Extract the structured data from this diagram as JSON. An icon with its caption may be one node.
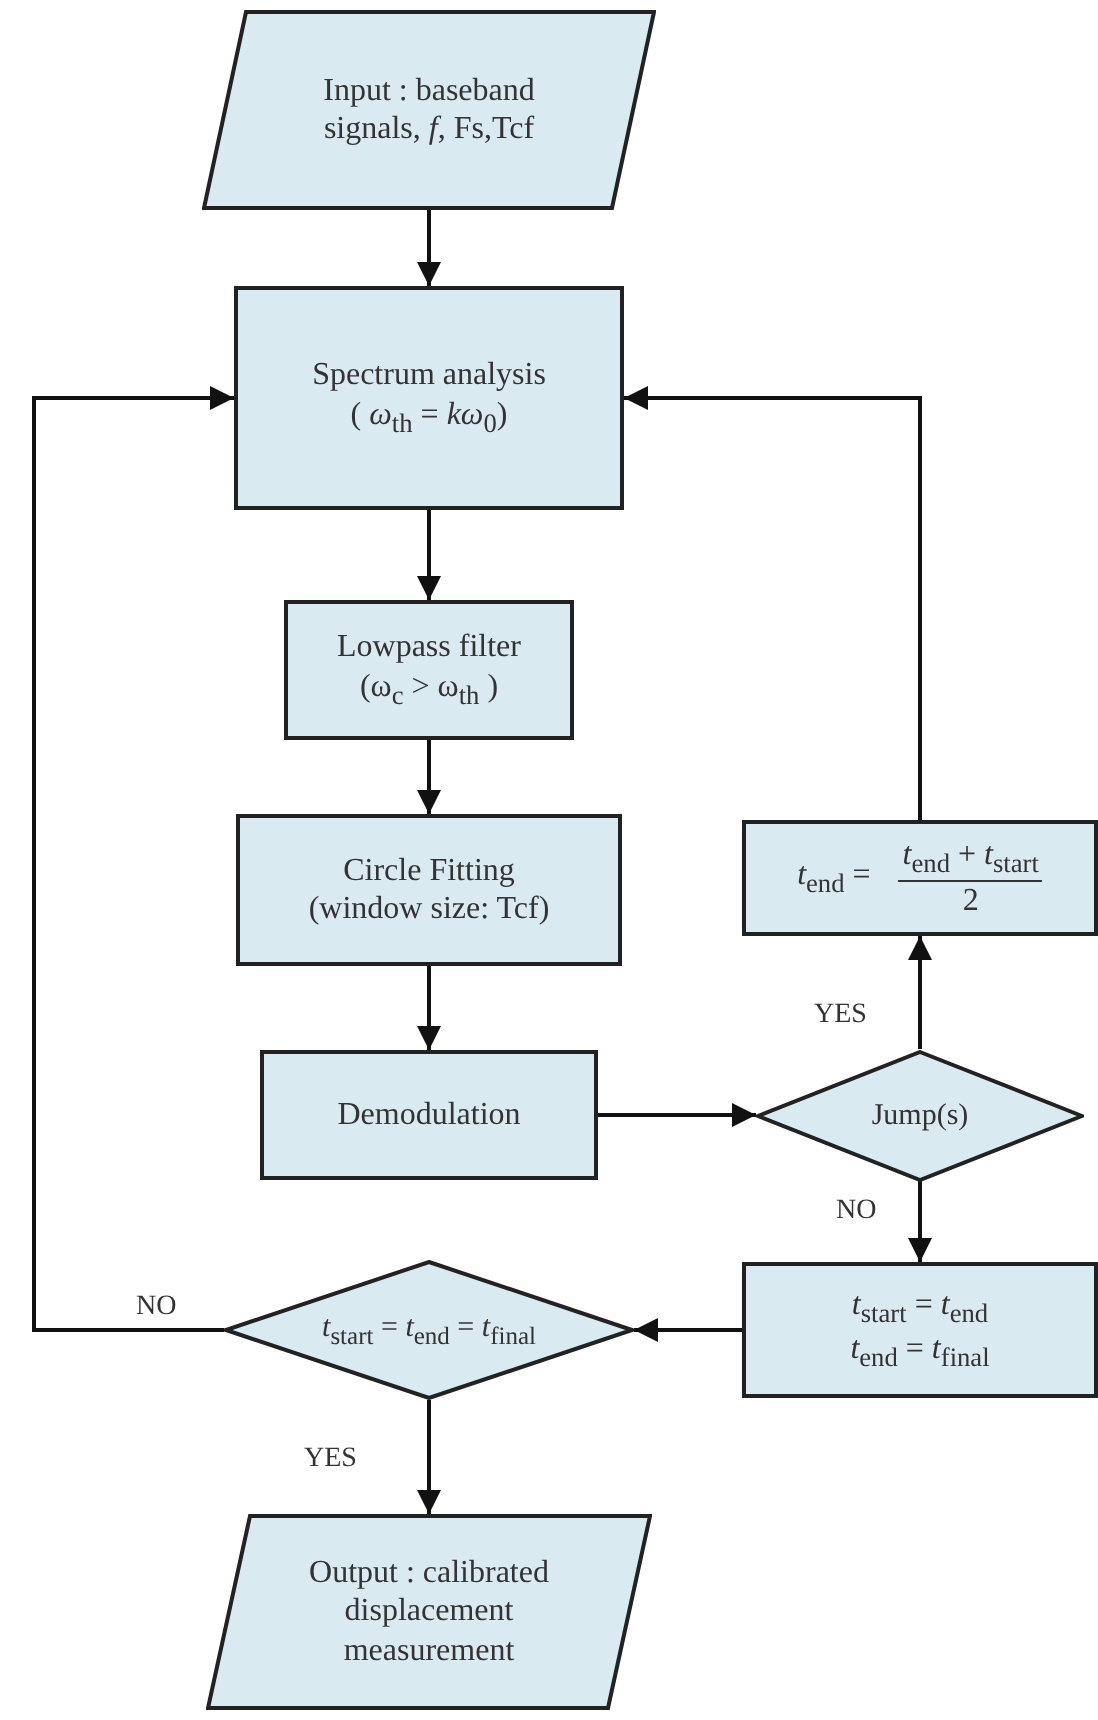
{
  "diagram": {
    "nodes": [
      {
        "text": [
          "Input : baseband signals, *f*, Fs,Tcf"
        ]
      },
      {
        "text": [
          "Spectrum analysis",
          "( *ω*$_{th}$ = *kω*$_{0}$)"
        ]
      },
      {
        "text": [
          "Lowpass filter",
          "(ω$_{c}$ > ω$_{th}$ )"
        ]
      },
      {
        "text": [
          "Circle Fitting",
          "(window size: Tcf)"
        ]
      },
      {
        "text": [
          "Demodulation"
        ]
      },
      {
        "text": [
          "Jump(s)"
        ]
      },
      {
        "text": [
          "*t*$_{end}$ =",
          "*t*$_{end}$ + *t*$_{start}$",
          "2"
        ]
      },
      {
        "text": [
          "*t*$_{start}$ = *t*$_{end}$",
          "*t*$_{end}$ = *t*$_{final}$"
        ]
      },
      {
        "text": [
          "*t*$_{start}$ = *t*$_{end}$ = *t*$_{final}$"
        ]
      },
      {
        "text": [
          "Output : calibrated displacement measurement"
        ]
      }
    ],
    "edges": [
      {
        "from": 0,
        "to": 1,
        "arrow": "to"
      },
      {
        "from": 1,
        "to": 2,
        "arrow": "to"
      },
      {
        "from": 2,
        "to": 3,
        "arrow": "to"
      },
      {
        "from": 3,
        "to": 4,
        "arrow": "to"
      },
      {
        "from": 4,
        "to": 5,
        "arrow": "to"
      },
      {
        "from": 5,
        "to": 6,
        "arrow": "to",
        "label": "YES"
      },
      {
        "from": 6,
        "to": 1,
        "arrow": "to"
      },
      {
        "from": 5,
        "to": 7,
        "arrow": "to",
        "label": "NO"
      },
      {
        "from": 7,
        "to": 8,
        "arrow": "to"
      },
      {
        "from": 8,
        "to": 1,
        "arrow": "to",
        "label": "NO"
      },
      {
        "from": 8,
        "to": 9,
        "arrow": "to",
        "label": "YES"
      }
    ]
  }
}
